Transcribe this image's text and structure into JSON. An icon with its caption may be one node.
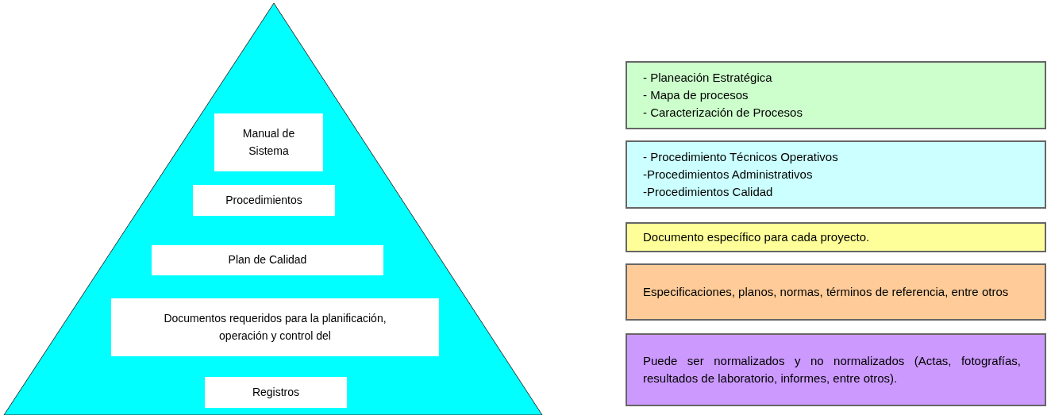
{
  "diagram": {
    "nodes": [
      {
        "text": [],
        "shape": "triangle"
      },
      {
        "text": [
          "Manual de Sistema"
        ],
        "in": 0
      },
      {
        "text": [
          "Procedimientos"
        ],
        "in": 0
      },
      {
        "text": [
          "Plan de Calidad"
        ],
        "in": 0
      },
      {
        "text": [
          "Documentos requeridos para la planificación, operación y control del"
        ],
        "in": 0
      },
      {
        "text": [
          "Registros"
        ],
        "in": 0
      },
      {
        "text": [
          "- Planeación Estratégica",
          "- Mapa de procesos",
          "- Caracterización de Procesos"
        ]
      },
      {
        "text": [
          "- Procedimiento Técnicos Operativos",
          "-Procedimientos Administrativos",
          "-Procedimientos Calidad"
        ]
      },
      {
        "text": [
          "Documento específico para cada proyecto."
        ]
      },
      {
        "text": [
          "Especificaciones, planos, normas, términos de referencia, entre otros"
        ]
      },
      {
        "text": [
          "Puede ser normalizados y no normalizados (Actas, fotografías, resultados de laboratorio, informes, entre otros)."
        ]
      }
    ],
    "edges": []
  }
}
